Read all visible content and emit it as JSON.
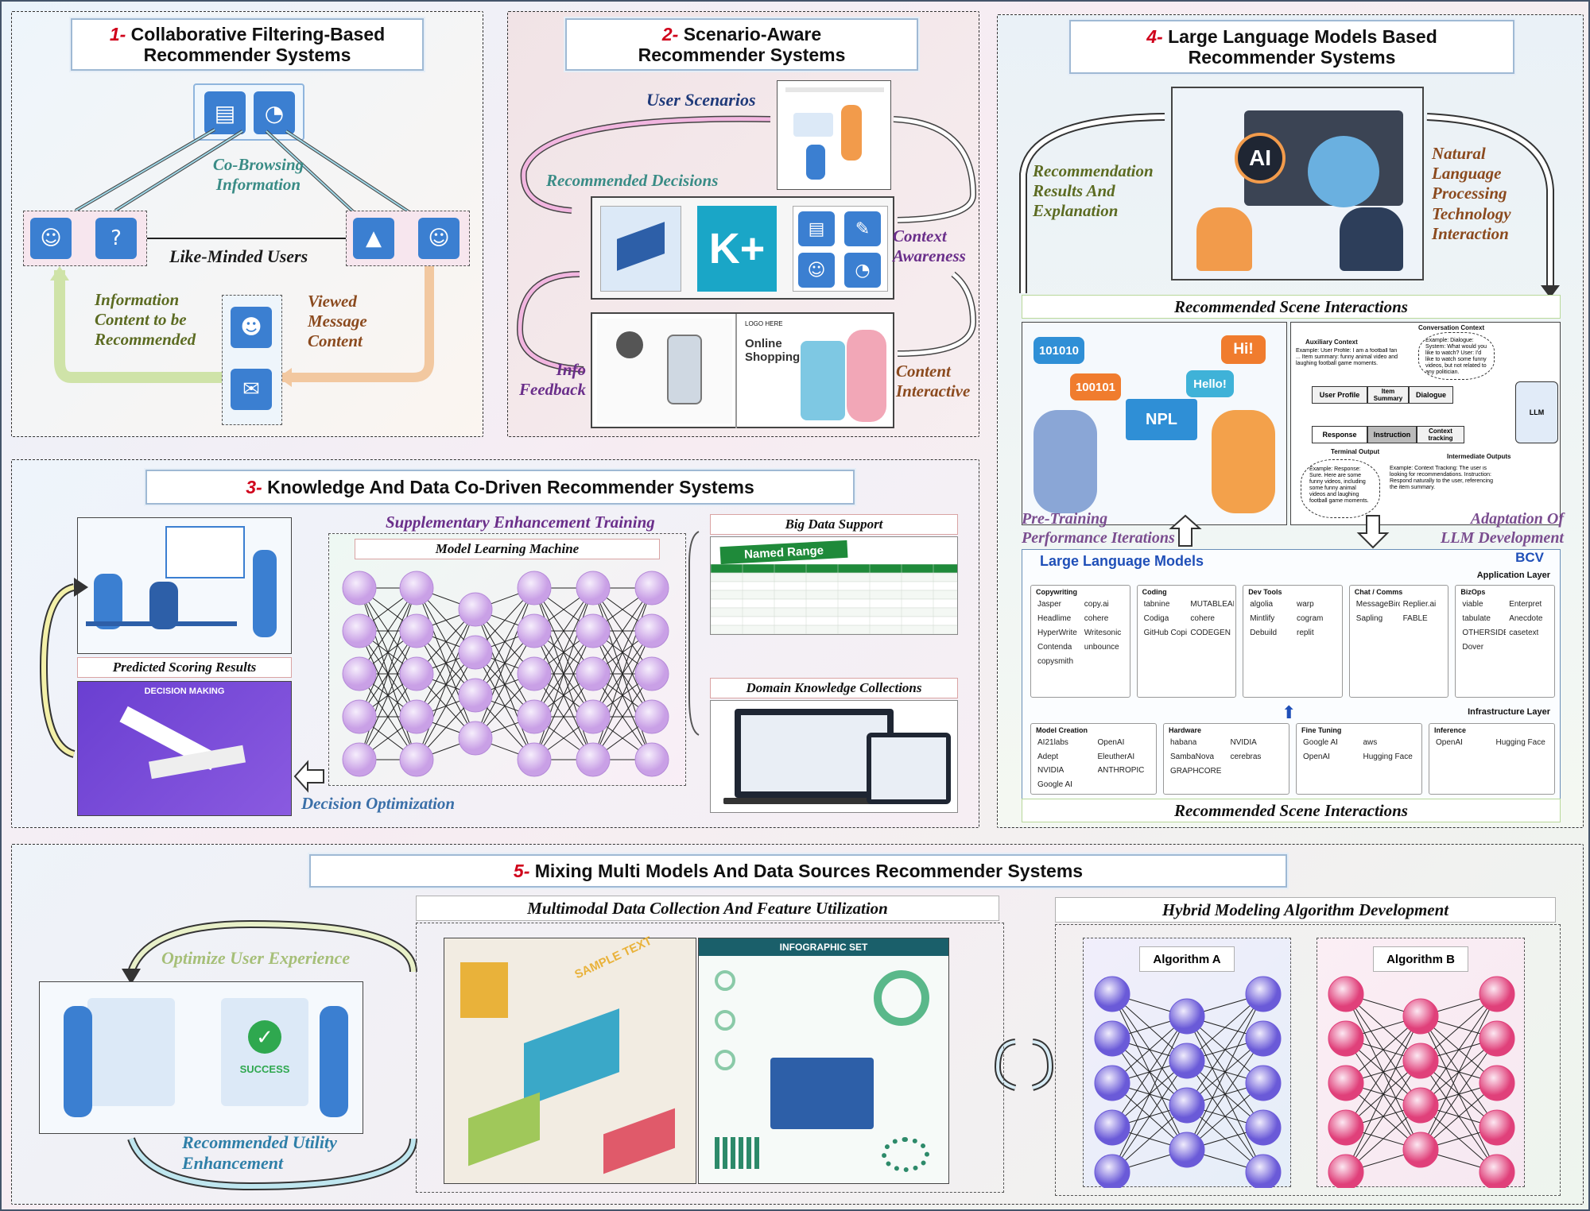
{
  "panel1": {
    "num": "1-",
    "title1": "Collaborative Filtering-Based",
    "title2": "Recommender Systems",
    "co_browsing1": "Co-Browsing",
    "co_browsing2": "Information",
    "like_minded": "Like-Minded Users",
    "info1": "Information",
    "info2": "Content to be",
    "info3": "Recommended",
    "viewed1": "Viewed",
    "viewed2": "Message",
    "viewed3": "Content"
  },
  "panel2": {
    "num": "2-",
    "title1": "Scenario-Aware",
    "title2": "Recommender Systems",
    "user_scenarios": "User Scenarios",
    "recommended_decisions": "Recommended Decisions",
    "context1": "Context",
    "context2": "Awareness",
    "info_fb1": "Info",
    "info_fb2": "Feedback",
    "content1": "Content",
    "content2": "Interactive",
    "kplus": "K+",
    "online1": "Online",
    "online2": "Shopping",
    "logo_here": "LOGO HERE"
  },
  "panel3": {
    "num": "3-",
    "title": "Knowledge And Data Co-Driven Recommender Systems",
    "supplementary": "Supplementary Enhancement Training",
    "model_learning": "Model Learning Machine",
    "big_data": "Big Data Support",
    "named_range": "Named Range",
    "domain": "Domain Knowledge Collections",
    "predicted": "Predicted Scoring Results",
    "decision_making": "DECISION MAKING",
    "decision_opt": "Decision Optimization"
  },
  "panel4": {
    "num": "4-",
    "title1": "Large Language Models Based",
    "title2": "Recommender Systems",
    "rec_results1": "Recommendation",
    "rec_results2": "Results And",
    "rec_results3": "Explanation",
    "nlp1": "Natural",
    "nlp2": "Language",
    "nlp3": "Processing",
    "nlp4": "Technology",
    "nlp5": "Interaction",
    "scene_top": "Recommended Scene Interactions",
    "scene_bottom": "Recommended Scene Interactions",
    "pretraining1": "Pre-Training",
    "pretraining2": "Performance Iterations",
    "adaptation1": "Adaptation Of",
    "adaptation2": "LLM Development",
    "ai_label": "AI",
    "bubble_101010": "101010",
    "bubble_100101": "100101",
    "bubble_hi": "Hi!",
    "bubble_hello": "Hello!",
    "npl": "NPL",
    "aux_context": "Auxiliary Context",
    "conv_context": "Conversation Context",
    "aux_example": "Example: User Profile: I am a football fan ... Item summary: funny animal video and laughing football game moments.",
    "conv_example": "Example: Dialogue: System: What would you like to watch? User: I'd like to watch some funny videos, but not related to any politician.",
    "user_profile": "User Profile",
    "item_summary": "Item Summary",
    "dialogue": "Dialogue",
    "llm": "LLM",
    "response": "Response",
    "instruction": "Instruction",
    "context_tracking": "Context tracking",
    "terminal_output": "Terminal Output",
    "intermediate_outputs": "Intermediate Outputs",
    "resp_example": "Example: Response: Sure. Here are some funny videos, including some funny animal videos and laughing football game moments.",
    "ctx_example": "Example: Context Tracking: The user is looking for recommendations. Instruction: Respond naturally to the user, referencing the item summary.",
    "llm_header": "Large Language Models",
    "bcv": "BCV",
    "application_layer": "Application Layer",
    "infrastructure_layer": "Infrastructure Layer",
    "app_groups": [
      {
        "title": "Copywriting",
        "items": [
          "Jasper",
          "copy.ai",
          "Headlime",
          "cohere",
          "HyperWrite",
          "Writesonic",
          "Contenda",
          "unbounce",
          "copysmith"
        ]
      },
      {
        "title": "Coding",
        "items": [
          "tabnine",
          "MUTABLEAI",
          "Codiga",
          "cohere",
          "GitHub Copilot",
          "CODEGEN"
        ]
      },
      {
        "title": "Dev Tools",
        "items": [
          "algolia",
          "warp",
          "Mintlify",
          "cogram",
          "Debuild",
          "replit"
        ]
      },
      {
        "title": "Chat / Comms",
        "items": [
          "MessageBird",
          "Replier.ai",
          "Sapling",
          "FABLE"
        ]
      },
      {
        "title": "BizOps",
        "items": [
          "viable",
          "Enterpret",
          "tabulate",
          "Anecdote",
          "OTHERSIDE AI",
          "casetext",
          "Dover"
        ]
      }
    ],
    "infra_groups": [
      {
        "title": "Model Creation",
        "items": [
          "AI21labs",
          "OpenAI",
          "Adept",
          "EleutherAI",
          "NVIDIA",
          "ANTHROPIC",
          "Google AI"
        ]
      },
      {
        "title": "Hardware",
        "items": [
          "habana",
          "NVIDIA",
          "SambaNova",
          "cerebras",
          "GRAPHCORE"
        ]
      },
      {
        "title": "Fine Tuning",
        "items": [
          "Google AI",
          "aws",
          "OpenAI",
          "Hugging Face"
        ]
      },
      {
        "title": "Inference",
        "items": [
          "OpenAI",
          "Hugging Face"
        ]
      }
    ]
  },
  "panel5": {
    "num": "5-",
    "title": "Mixing Multi Models And Data Sources Recommender Systems",
    "multimodal": "Multimodal Data Collection And Feature Utilization",
    "hybrid": "Hybrid Modeling Algorithm Development",
    "optimize": "Optimize User Experience",
    "utility1": "Recommended Utility",
    "utility2": "Enhancement",
    "success": "SUCCESS",
    "infographic": "INFOGRAPHIC SET",
    "sample_text": "SAMPLE TEXT",
    "algo_a": "Algorithm A",
    "algo_b": "Algorithm B"
  },
  "colors": {
    "accent_red": "#d0021b",
    "title_border": "#9fb9d4",
    "icon_blue": "#3b7fd1"
  }
}
